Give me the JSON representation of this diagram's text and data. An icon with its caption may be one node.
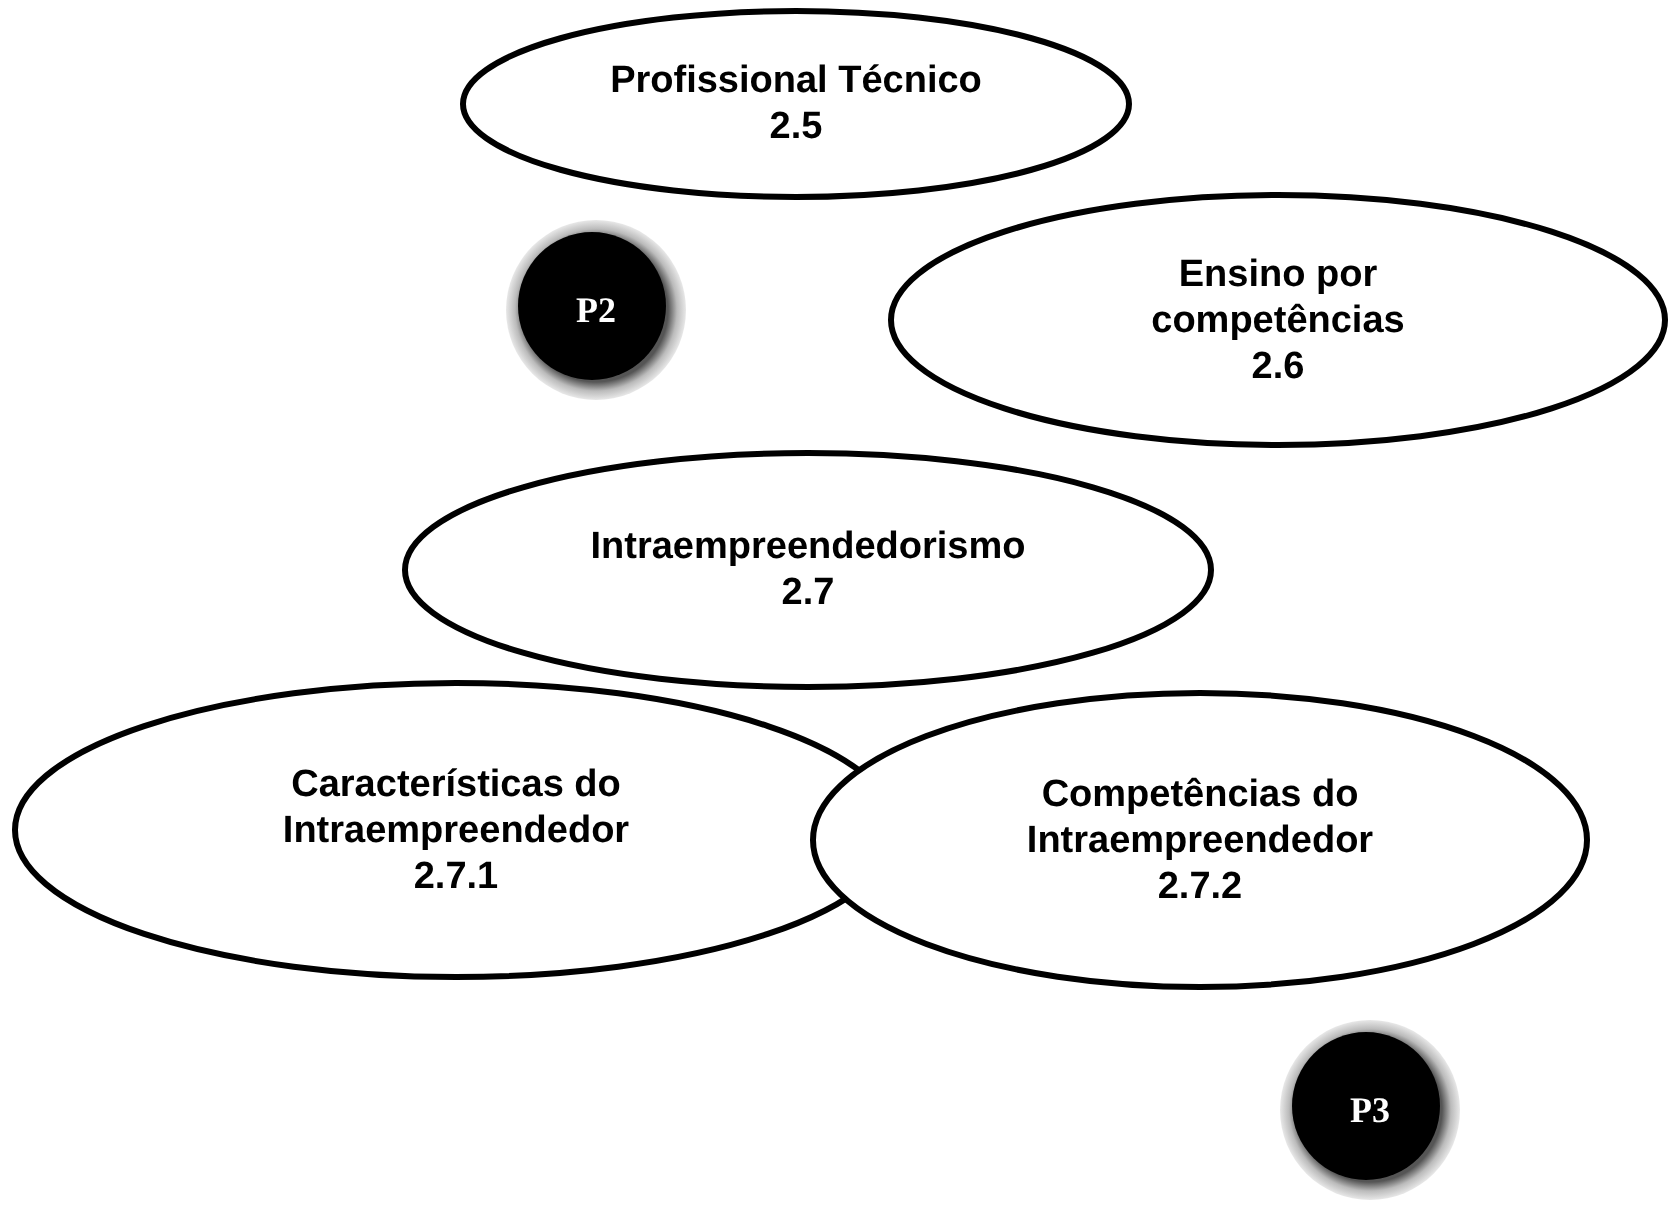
{
  "diagram": {
    "nodes": [
      {
        "text": [
          "Profissional Técnico",
          "2.5"
        ]
      },
      {
        "text": [
          "P2"
        ]
      },
      {
        "text": [
          "Ensino por competências",
          "2.6"
        ]
      },
      {
        "text": [
          "Intraempreendedorismo",
          "2.7"
        ]
      },
      {
        "text": [
          "Características do Intraempreendedor",
          "2.7.1"
        ]
      },
      {
        "text": [
          "Competências do Intraempreendedor",
          "2.7.2"
        ]
      },
      {
        "text": [
          "P3"
        ]
      }
    ]
  }
}
